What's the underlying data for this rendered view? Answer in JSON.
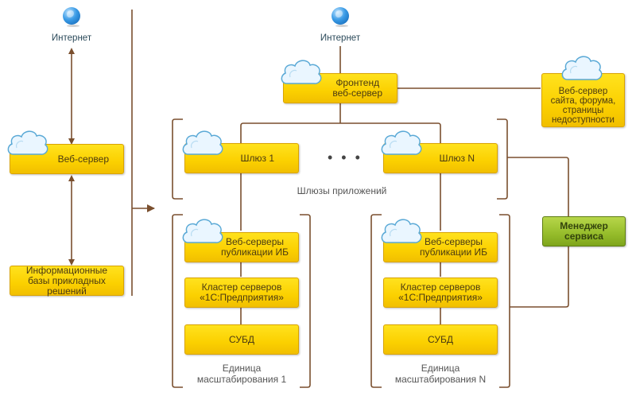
{
  "left_scheme": {
    "internet_label": "Интернет",
    "web_server": "Веб-сервер",
    "infobases": "Информационные\nбазы прикладных\nрешений"
  },
  "right_scheme": {
    "internet_label": "Интернет",
    "frontend": "Фронтенд\nвеб-сервер",
    "site_server": "Веб-сервер\nсайта, форума,\nстраницы\nнедоступности",
    "gateway_1": "Шлюз 1",
    "gateway_n": "Шлюз N",
    "ellipsis": "• • •",
    "gateways_caption": "Шлюзы приложений",
    "service_manager": "Менеджер\nсервиса",
    "units": [
      {
        "web_servers": "Веб-серверы\nпубликации ИБ",
        "cluster": "Кластер серверов\n«1С:Предприятия»",
        "dbms": "СУБД",
        "caption": "Единица\nмасштабирования 1"
      },
      {
        "web_servers": "Веб-серверы\nпубликации ИБ",
        "cluster": "Кластер серверов\n«1С:Предприятия»",
        "dbms": "СУБД",
        "caption": "Единица\nмасштабирования N"
      }
    ]
  },
  "colors": {
    "connector": "#7a4f2e",
    "box_yellow": "#fbd000",
    "box_green": "#95bc2a"
  }
}
